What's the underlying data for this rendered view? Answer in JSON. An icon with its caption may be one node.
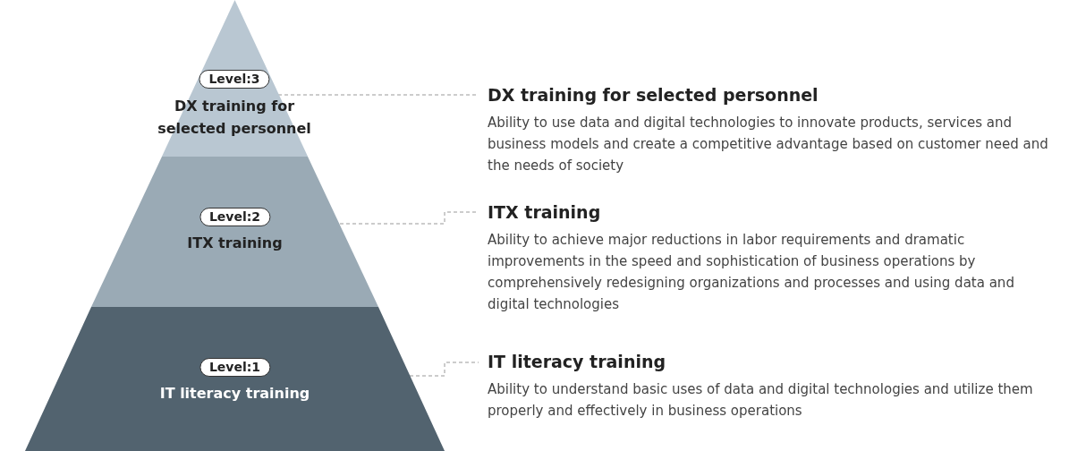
{
  "diagram": {
    "nodes": [
      {
        "text": [
          "Level:3",
          "DX training for selected personnel"
        ]
      },
      {
        "text": [
          "DX training for selected personnel",
          "Ability to use data and digital technologies to innovate products, services and business models and create a competitive advantage based on customer need and the needs of society"
        ]
      },
      {
        "text": [
          "Level:2",
          "ITX training"
        ]
      },
      {
        "text": [
          "ITX training",
          "Ability to achieve major reductions in labor requirements and dramatic improvements in the speed and sophistication of business operations by comprehensively redesigning organizations and processes and using data and digital technologies"
        ]
      },
      {
        "text": [
          "Level:1",
          "IT literacy training"
        ]
      },
      {
        "text": [
          "IT literacy training",
          "Ability to understand basic uses of data and digital technologies and utilize them properly and effectively in business operations"
        ]
      }
    ],
    "edges": [
      {
        "from": 0,
        "to": 1,
        "arrow": "none",
        "style": "dashed"
      },
      {
        "from": 2,
        "to": 3,
        "arrow": "none",
        "style": "dashed"
      },
      {
        "from": 4,
        "to": 5,
        "arrow": "none",
        "style": "dashed"
      }
    ]
  }
}
